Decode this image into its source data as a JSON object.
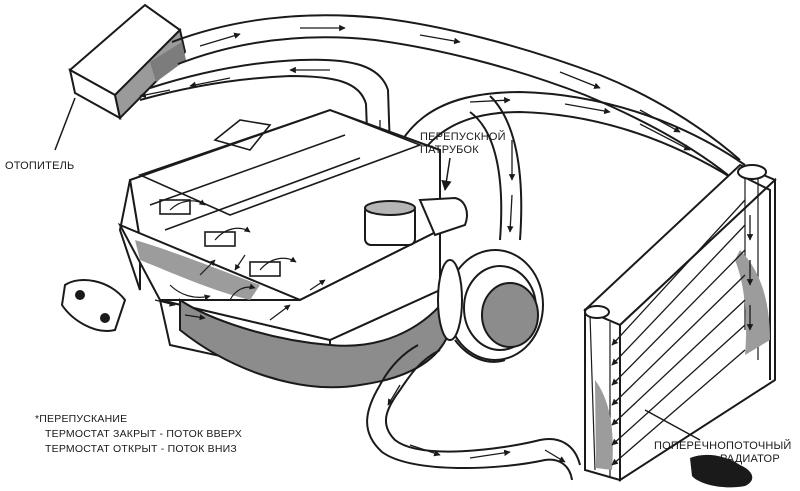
{
  "labels": {
    "heater": "ОТОПИТЕЛЬ",
    "bypass_pipe": [
      "ПЕРЕПУСКНОЙ",
      "ПАТРУБОК"
    ],
    "radiator": [
      "ПОПЕРЕЧНОПОТОЧНЫЙ",
      "РАДИАТОР"
    ]
  },
  "legend": {
    "title": "*ПЕРЕПУСКАНИЕ",
    "lines": [
      "ТЕРМОСТАТ ЗАКРЫТ - ПОТОК ВВЕРХ",
      "ТЕРМОСТАТ ОТКРЫТ - ПОТОК ВНИЗ"
    ]
  },
  "colors": {
    "line": "#1a1a1a",
    "shade": "#8c8c8c",
    "background": "#ffffff"
  }
}
